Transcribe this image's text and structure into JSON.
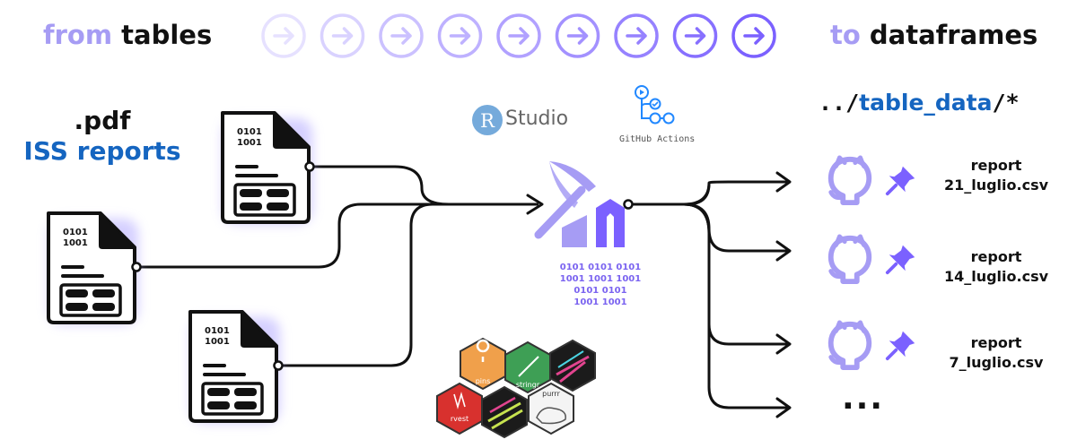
{
  "header": {
    "from_word": "from",
    "from_rest": "tables",
    "to_word": "to",
    "to_rest": "dataframes",
    "arrow_count": 9
  },
  "input": {
    "title_line1": ".pdf",
    "title_line2": "ISS reports",
    "file_binary_line1": "0101",
    "file_binary_line2": "1001"
  },
  "processing": {
    "rstudio_badge": "R",
    "rstudio_text": "Studio",
    "github_actions_label": "GitHub Actions",
    "binary_rows": [
      "0101  0101  0101",
      "1001  1001  1001",
      "0101  0101",
      "1001  1001"
    ],
    "packages": [
      "pins",
      "stringr",
      "rvest",
      "purrr"
    ]
  },
  "output": {
    "folder_prefix": "../",
    "folder_name": "table_data",
    "folder_suffix": "/*",
    "files": [
      {
        "line1": "report",
        "line2": "21_luglio.csv"
      },
      {
        "line1": "report",
        "line2": "14_luglio.csv"
      },
      {
        "line1": "report",
        "line2": "7_luglio.csv"
      }
    ],
    "more": "..."
  },
  "colors": {
    "accent": "#7b61ff",
    "accent_light": "#a69cf4",
    "blue": "#1565c0",
    "ink": "#111111"
  }
}
